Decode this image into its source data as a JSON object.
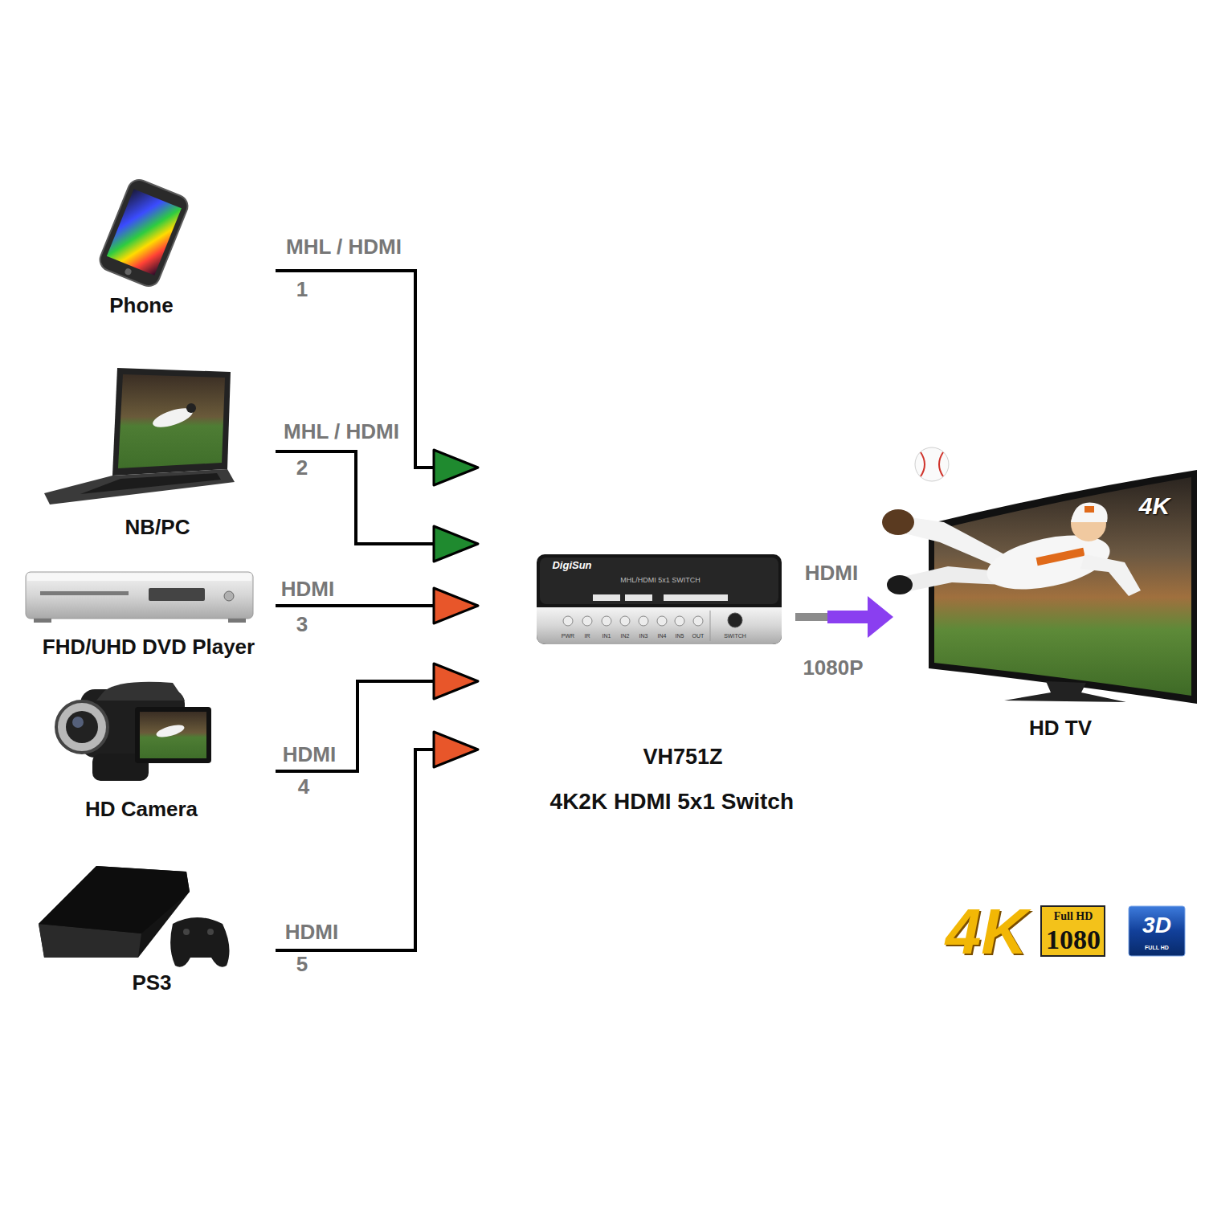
{
  "diagram": {
    "nodes": [
      {
        "text": [
          "Phone"
        ]
      },
      {
        "text": [
          "NB/PC"
        ]
      },
      {
        "text": [
          "FHD/UHD DVD Player"
        ]
      },
      {
        "text": [
          "HD Camera"
        ]
      },
      {
        "text": [
          "PS3"
        ]
      },
      {
        "text": [
          "VH751Z",
          "4K2K HDMI 5x1 Switch"
        ]
      },
      {
        "text": [
          "HD TV"
        ]
      }
    ],
    "edges": [
      {
        "from": 0,
        "to": 5,
        "arrow": "to",
        "label": "MHL / HDMI"
      },
      {
        "from": 1,
        "to": 5,
        "arrow": "to",
        "label": "MHL / HDMI"
      },
      {
        "from": 2,
        "to": 5,
        "arrow": "to",
        "label": "HDMI"
      },
      {
        "from": 3,
        "to": 5,
        "arrow": "to",
        "label": "HDMI"
      },
      {
        "from": 4,
        "to": 5,
        "arrow": "to",
        "label": "HDMI"
      },
      {
        "from": 5,
        "to": 6,
        "arrow": "to",
        "label": "HDMI"
      }
    ],
    "labels": [
      "1",
      "2",
      "3",
      "4",
      "5",
      "1080P",
      "DigiSun",
      "MHL/HDMI 5x1 SWITCH",
      "PWR",
      "IR",
      "IN1",
      "IN2",
      "IN3",
      "IN4",
      "IN5",
      "OUT",
      "SWITCH",
      "4K",
      "4K",
      "Full HD",
      "1080",
      "3D",
      "FULL HD"
    ]
  }
}
